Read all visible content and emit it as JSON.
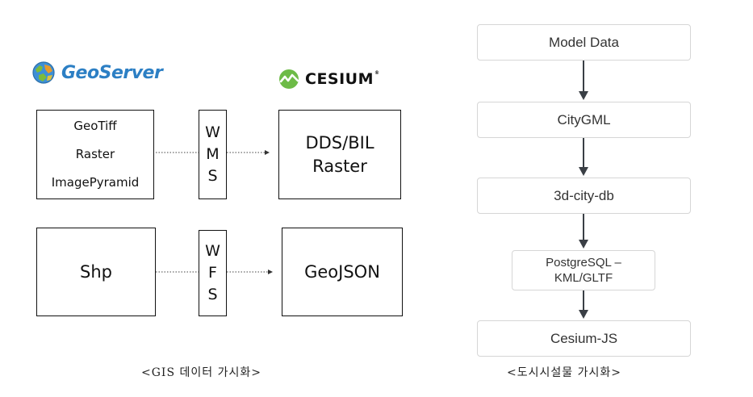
{
  "gis": {
    "geoserver_logo": "GeoServer",
    "cesium_logo": "CESIUM",
    "wms_box": {
      "lines": [
        "GeoTiff",
        "Raster",
        "ImagePyramid"
      ]
    },
    "wms_protocol": [
      "W",
      "M",
      "S"
    ],
    "wms_target": [
      "DDS/BIL",
      "Raster"
    ],
    "wfs_box": "Shp",
    "wfs_protocol": [
      "W",
      "F",
      "S"
    ],
    "wfs_target": "GeoJSON",
    "caption": "<GIS 데이터 가시화>"
  },
  "pipeline": {
    "steps": [
      "Model Data",
      "CityGML",
      "3d-city-db",
      "PostgreSQL –",
      "KML/GLTF",
      "Cesium-JS"
    ],
    "caption": "<도시시설물 가시화>"
  },
  "colors": {
    "geoserver_blue": "#2c7fc4",
    "cesium_green": "#6dbb47",
    "arrow_dark": "#3a3f45",
    "step_border": "#d6d6d6"
  }
}
